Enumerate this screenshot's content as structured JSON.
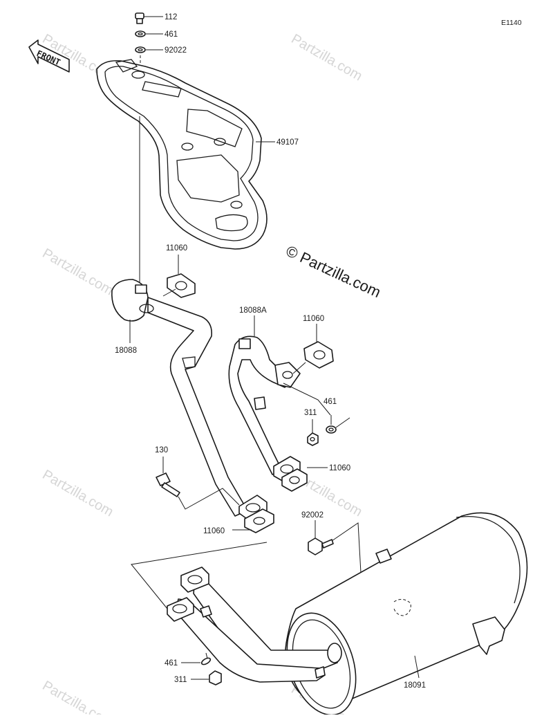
{
  "diagram_code": "E1140",
  "front_label": "FRONT",
  "watermark": "© Partzilla.com",
  "watermark_small": "Partzilla.com",
  "parts": {
    "bolt_top": "112",
    "washer_top": "461",
    "collar_top": "92022",
    "cover": "49107",
    "gasket_left": "11060",
    "pipe_left": "18088",
    "pipe_right": "18088A",
    "gasket_right_upper": "11060",
    "washer_right": "461",
    "nut_right": "311",
    "gasket_right_lower": "11060",
    "bolt_130": "130",
    "gasket_left_lower": "11060",
    "bolt_92002": "92002",
    "washer_bottom": "461",
    "nut_bottom": "311",
    "muffler": "18091"
  },
  "colors": {
    "line": "#1a1a1a",
    "watermark": "#d6d6d6"
  }
}
